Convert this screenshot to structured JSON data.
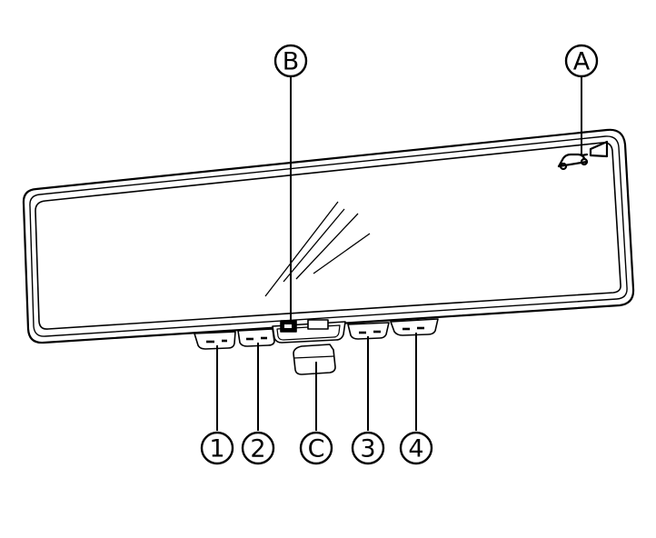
{
  "diagram": {
    "callouts": {
      "a": "A",
      "b": "B",
      "c": "C",
      "one": "1",
      "two": "2",
      "three": "3",
      "four": "4"
    },
    "icons": {
      "camera_indicator": "rear-camera-car-icon"
    },
    "colors": {
      "stroke": "#000000",
      "background": "#ffffff"
    }
  }
}
